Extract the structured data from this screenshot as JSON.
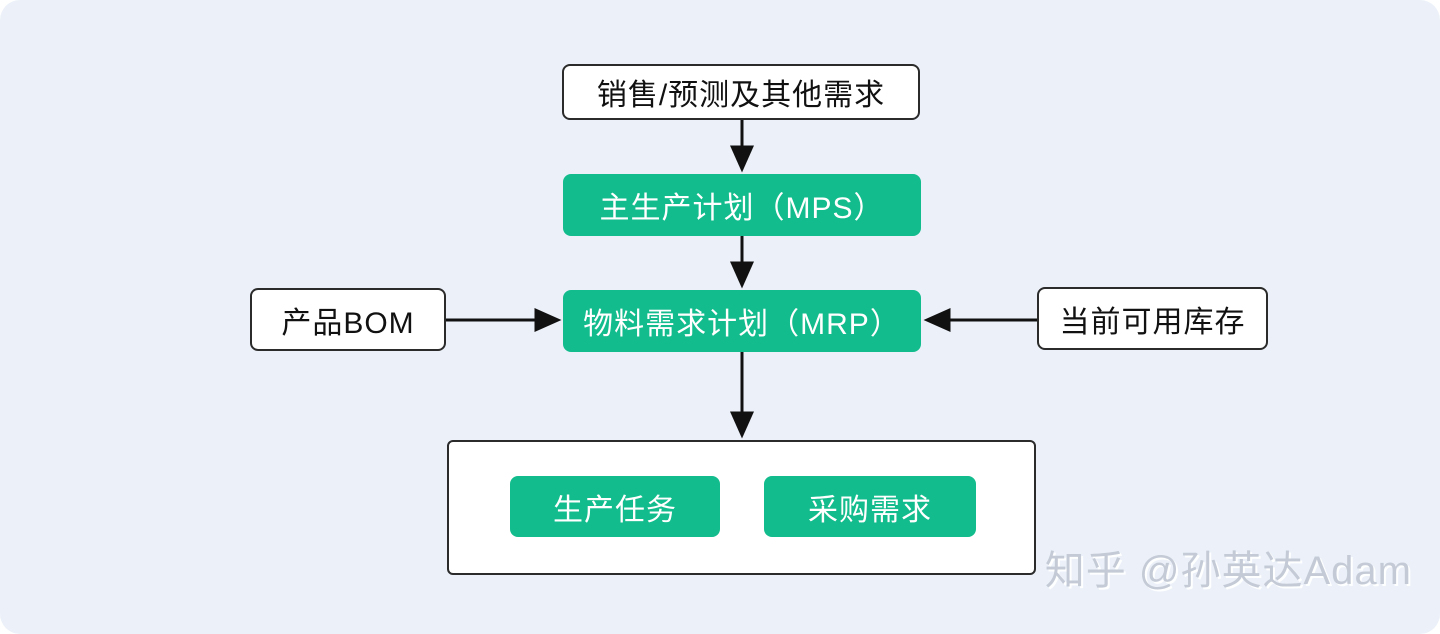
{
  "diagram": {
    "title_hint": "MRP flow diagram",
    "nodes": {
      "demand": {
        "label": "销售/预测及其他需求",
        "type": "input"
      },
      "mps": {
        "label": "主生产计划（MPS）",
        "type": "process"
      },
      "mrp": {
        "label": "物料需求计划（MRP）",
        "type": "process"
      },
      "bom": {
        "label": "产品BOM",
        "type": "input"
      },
      "inventory": {
        "label": "当前可用库存",
        "type": "input"
      },
      "production": {
        "label": "生产任务",
        "type": "output"
      },
      "purchase": {
        "label": "采购需求",
        "type": "output"
      }
    },
    "edges": [
      {
        "from": "demand",
        "to": "mps"
      },
      {
        "from": "mps",
        "to": "mrp"
      },
      {
        "from": "bom",
        "to": "mrp"
      },
      {
        "from": "inventory",
        "to": "mrp"
      },
      {
        "from": "mrp",
        "to": "outputs-container"
      }
    ],
    "colors": {
      "accent_green": "#12bc8c",
      "canvas_background": "#ecf1f9",
      "box_border": "#2b2b2b",
      "arrow": "#111111",
      "text_dark": "#111111",
      "text_light": "#ffffff"
    }
  },
  "watermark": {
    "text": "知乎 @孙英达Adam"
  }
}
